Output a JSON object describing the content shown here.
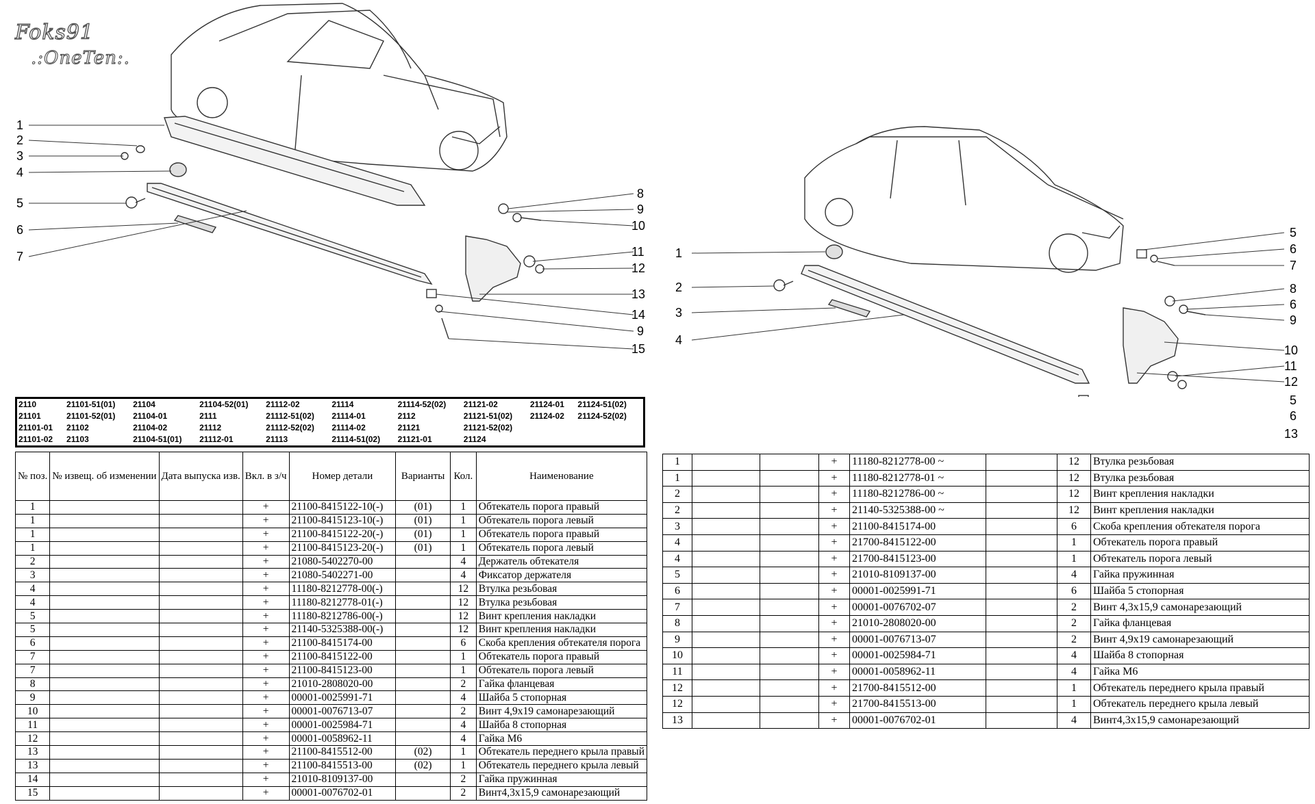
{
  "watermark": {
    "line1": "Foks91",
    "line2": ".:OneTen:."
  },
  "left_diagram": {
    "callouts": [
      "1",
      "2",
      "3",
      "4",
      "5",
      "6",
      "7",
      "8",
      "9",
      "10",
      "11",
      "12",
      "13",
      "14",
      "9",
      "15"
    ]
  },
  "right_diagram": {
    "callouts": [
      "1",
      "2",
      "3",
      "4",
      "5",
      "6",
      "7",
      "8",
      "6",
      "9",
      "10",
      "11",
      "12",
      "5",
      "6",
      "13"
    ]
  },
  "models": [
    [
      "2110",
      "21101-51(01)",
      "21104",
      "21104-52(01)",
      "21112-02",
      "21114",
      "21114-52(02)",
      "21121-02",
      "21124-01",
      "21124-51(02)"
    ],
    [
      "21101",
      "21101-52(01)",
      "21104-01",
      "2111",
      "21112-51(02)",
      "21114-01",
      "2112",
      "21121-51(02)",
      "21124-02",
      "21124-52(02)"
    ],
    [
      "21101-01",
      "21102",
      "21104-02",
      "21112",
      "21112-52(02)",
      "21114-02",
      "21121",
      "21121-52(02)",
      "",
      ""
    ],
    [
      "21101-02",
      "21103",
      "21104-51(01)",
      "21112-01",
      "21113",
      "21114-51(02)",
      "21121-01",
      "21124",
      "",
      ""
    ]
  ],
  "parts_table": {
    "headers": [
      "№ поз.",
      "№ извещ. об изменении",
      "Дата выпуска изв.",
      "Вкл. в з/ч",
      "Номер детали",
      "Варианты",
      "Кол.",
      "Наименование"
    ],
    "rows": [
      [
        "1",
        "",
        "",
        "+",
        "21100-8415122-10(-)",
        "(01)",
        "1",
        "Обтекатель порога правый"
      ],
      [
        "1",
        "",
        "",
        "+",
        "21100-8415123-10(-)",
        "(01)",
        "1",
        "Обтекатель порога левый"
      ],
      [
        "1",
        "",
        "",
        "+",
        "21100-8415122-20(-)",
        "(01)",
        "1",
        "Обтекатель порога правый"
      ],
      [
        "1",
        "",
        "",
        "+",
        "21100-8415123-20(-)",
        "(01)",
        "1",
        "Обтекатель порога левый"
      ],
      [
        "2",
        "",
        "",
        "+",
        "21080-5402270-00",
        "",
        "4",
        "Держатель обтекателя"
      ],
      [
        "3",
        "",
        "",
        "+",
        "21080-5402271-00",
        "",
        "4",
        "Фиксатор держателя"
      ],
      [
        "4",
        "",
        "",
        "+",
        "11180-8212778-00(-)",
        "",
        "12",
        "Втулка резьбовая"
      ],
      [
        "4",
        "",
        "",
        "+",
        "11180-8212778-01(-)",
        "",
        "12",
        "Втулка резьбовая"
      ],
      [
        "5",
        "",
        "",
        "+",
        "11180-8212786-00(-)",
        "",
        "12",
        "Винт крепления накладки"
      ],
      [
        "5",
        "",
        "",
        "+",
        "21140-5325388-00(-)",
        "",
        "12",
        "Винт крепления накладки"
      ],
      [
        "6",
        "",
        "",
        "+",
        "21100-8415174-00",
        "",
        "6",
        "Скоба крепления обтекателя порога"
      ],
      [
        "7",
        "",
        "",
        "+",
        "21100-8415122-00",
        "",
        "1",
        "Обтекатель порога правый"
      ],
      [
        "7",
        "",
        "",
        "+",
        "21100-8415123-00",
        "",
        "1",
        "Обтекатель порога левый"
      ],
      [
        "8",
        "",
        "",
        "+",
        "21010-2808020-00",
        "",
        "2",
        "Гайка фланцевая"
      ],
      [
        "9",
        "",
        "",
        "+",
        "00001-0025991-71",
        "",
        "4",
        "Шайба 5 стопорная"
      ],
      [
        "10",
        "",
        "",
        "+",
        "00001-0076713-07",
        "",
        "2",
        "Винт 4,9x19 самонарезающий"
      ],
      [
        "11",
        "",
        "",
        "+",
        "00001-0025984-71",
        "",
        "4",
        "Шайба 8 стопорная"
      ],
      [
        "12",
        "",
        "",
        "+",
        "00001-0058962-11",
        "",
        "4",
        "Гайка М6"
      ],
      [
        "13",
        "",
        "",
        "+",
        "21100-8415512-00",
        "(02)",
        "1",
        "Обтекатель переднего крыла правый"
      ],
      [
        "13",
        "",
        "",
        "+",
        "21100-8415513-00",
        "(02)",
        "1",
        "Обтекатель переднего крыла левый"
      ],
      [
        "14",
        "",
        "",
        "+",
        "21010-8109137-00",
        "",
        "2",
        "Гайка пружинная"
      ],
      [
        "15",
        "",
        "",
        "+",
        "00001-0076702-01",
        "",
        "2",
        "Винт4,3x15,9 самонарезающий"
      ]
    ]
  },
  "right_table": {
    "rows": [
      [
        "1",
        "",
        "",
        "+",
        "11180-8212778-00 ~",
        "12",
        "Втулка резьбовая"
      ],
      [
        "1",
        "",
        "",
        "+",
        "11180-8212778-01 ~",
        "12",
        "Втулка резьбовая"
      ],
      [
        "2",
        "",
        "",
        "+",
        "11180-8212786-00 ~",
        "12",
        "Винт крепления накладки"
      ],
      [
        "2",
        "",
        "",
        "+",
        "21140-5325388-00 ~",
        "12",
        "Винт крепления накладки"
      ],
      [
        "3",
        "",
        "",
        "+",
        "21100-8415174-00",
        "6",
        "Скоба крепления обтекателя порога"
      ],
      [
        "4",
        "",
        "",
        "+",
        "21700-8415122-00",
        "1",
        "Обтекатель порога правый"
      ],
      [
        "4",
        "",
        "",
        "+",
        "21700-8415123-00",
        "1",
        "Обтекатель порога левый"
      ],
      [
        "5",
        "",
        "",
        "+",
        "21010-8109137-00",
        "4",
        "Гайка пружинная"
      ],
      [
        "6",
        "",
        "",
        "+",
        "00001-0025991-71",
        "6",
        "Шайба 5 стопорная"
      ],
      [
        "7",
        "",
        "",
        "+",
        "00001-0076702-07",
        "2",
        "Винт 4,3x15,9 самонарезающий"
      ],
      [
        "8",
        "",
        "",
        "+",
        "21010-2808020-00",
        "2",
        "Гайка фланцевая"
      ],
      [
        "9",
        "",
        "",
        "+",
        "00001-0076713-07",
        "2",
        "Винт 4,9x19 самонарезающий"
      ],
      [
        "10",
        "",
        "",
        "+",
        "00001-0025984-71",
        "4",
        "Шайба 8 стопорная"
      ],
      [
        "11",
        "",
        "",
        "+",
        "00001-0058962-11",
        "4",
        "Гайка М6"
      ],
      [
        "12",
        "",
        "",
        "+",
        "21700-8415512-00",
        "1",
        "Обтекатель переднего крыла правый"
      ],
      [
        "12",
        "",
        "",
        "+",
        "21700-8415513-00",
        "1",
        "Обтекатель переднего крыла левый"
      ],
      [
        "13",
        "",
        "",
        "+",
        "00001-0076702-01",
        "4",
        "Винт4,3x15,9 самонарезающий"
      ]
    ]
  }
}
